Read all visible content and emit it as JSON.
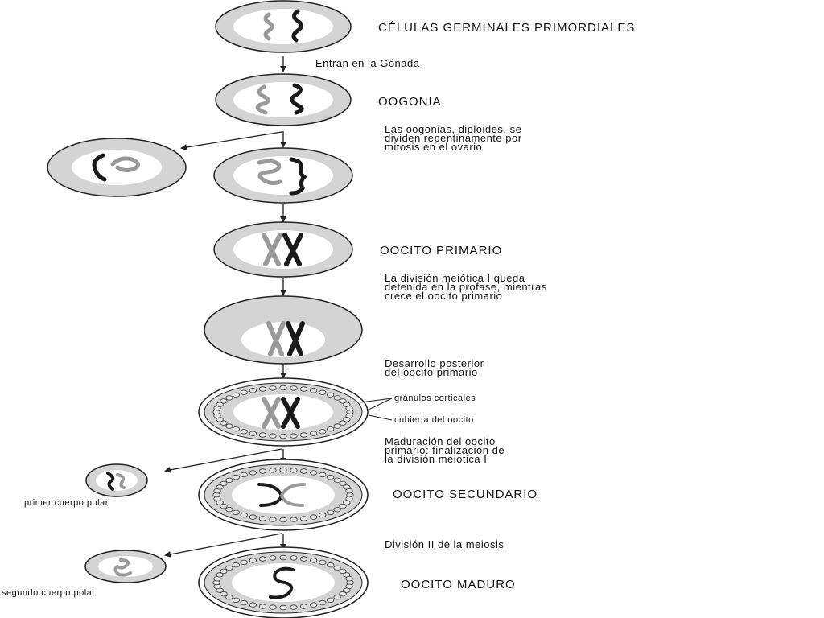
{
  "stages": [
    {
      "title": "CÉLULAS GERMINALES PRIMORDIALES"
    },
    {
      "title": "OOGONIA"
    },
    {
      "title": "OOCITO PRIMARIO"
    },
    {
      "title": "OOCITO SECUNDARIO"
    },
    {
      "title": "OOCITO MADURO"
    }
  ],
  "notes": {
    "enter_gonad": "Entran en la Gónada",
    "oogonia_division": [
      "Las oogonias, diploides, se",
      "dividen repentinamente por",
      "mitosis en el ovario"
    ],
    "meiosis_arrest": [
      "La división meiótica I queda",
      "detenida en la profase, mientras",
      "crece el oocito primario"
    ],
    "further_development": [
      "Desarrollo posterior",
      "del oocito primario"
    ],
    "maturation": [
      "Maduración del oocito",
      "primario: finalización de",
      "la división meiotica I"
    ],
    "meiosis_ii": "División II de la meiosis"
  },
  "labels": {
    "cortical_granules": "gránulos corticales",
    "oocyte_cover": "cubierta del oocito",
    "first_polar_body": "primer cuerpo polar",
    "second_polar_body": "segundo cuerpo polar"
  },
  "colors": {
    "cell_fill": "#d4d4d4",
    "nucleus_fill": "#ffffff",
    "outline": "#222222",
    "chromosome_dark": "#1a1a1a",
    "chromosome_light": "#9a9a9a"
  }
}
